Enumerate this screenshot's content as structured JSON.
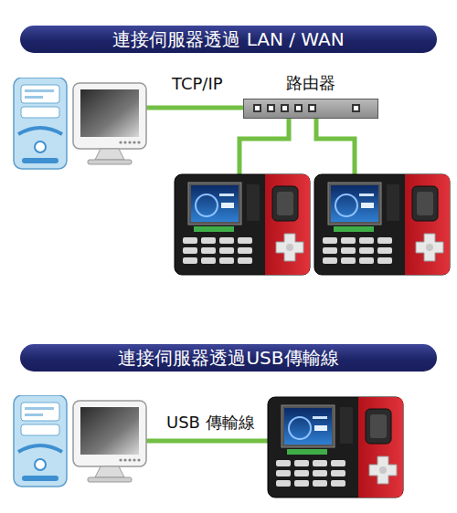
{
  "diagram": {
    "nodes": [
      {
        "text": [
          "連接伺服器透過 LAN / WAN"
        ]
      },
      {
        "text": [
          "路由器"
        ]
      },
      {
        "text": [
          "連接伺服器透過USB傳輸線"
        ]
      }
    ],
    "labels": [
      "TCP/IP",
      "USB 傳輸線"
    ]
  }
}
